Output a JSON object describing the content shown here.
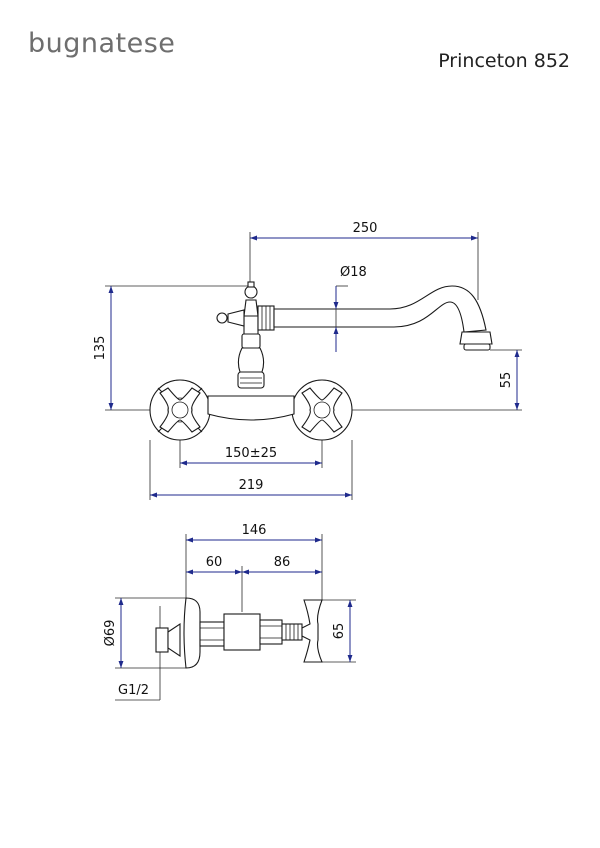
{
  "header": {
    "brand": "bugnatese",
    "model": "Princeton 852"
  },
  "front_view": {
    "dim_spout_length": "250",
    "dim_spout_diameter": "Ø18",
    "dim_height": "135",
    "dim_spout_drop": "55",
    "dim_center_distance": "150±25",
    "dim_overall_width": "219"
  },
  "side_view": {
    "dim_total_depth": "146",
    "dim_depth_a": "60",
    "dim_depth_b": "86",
    "dim_rosette_diameter": "Ø69",
    "dim_handle_height": "65",
    "dim_thread": "G1/2"
  }
}
